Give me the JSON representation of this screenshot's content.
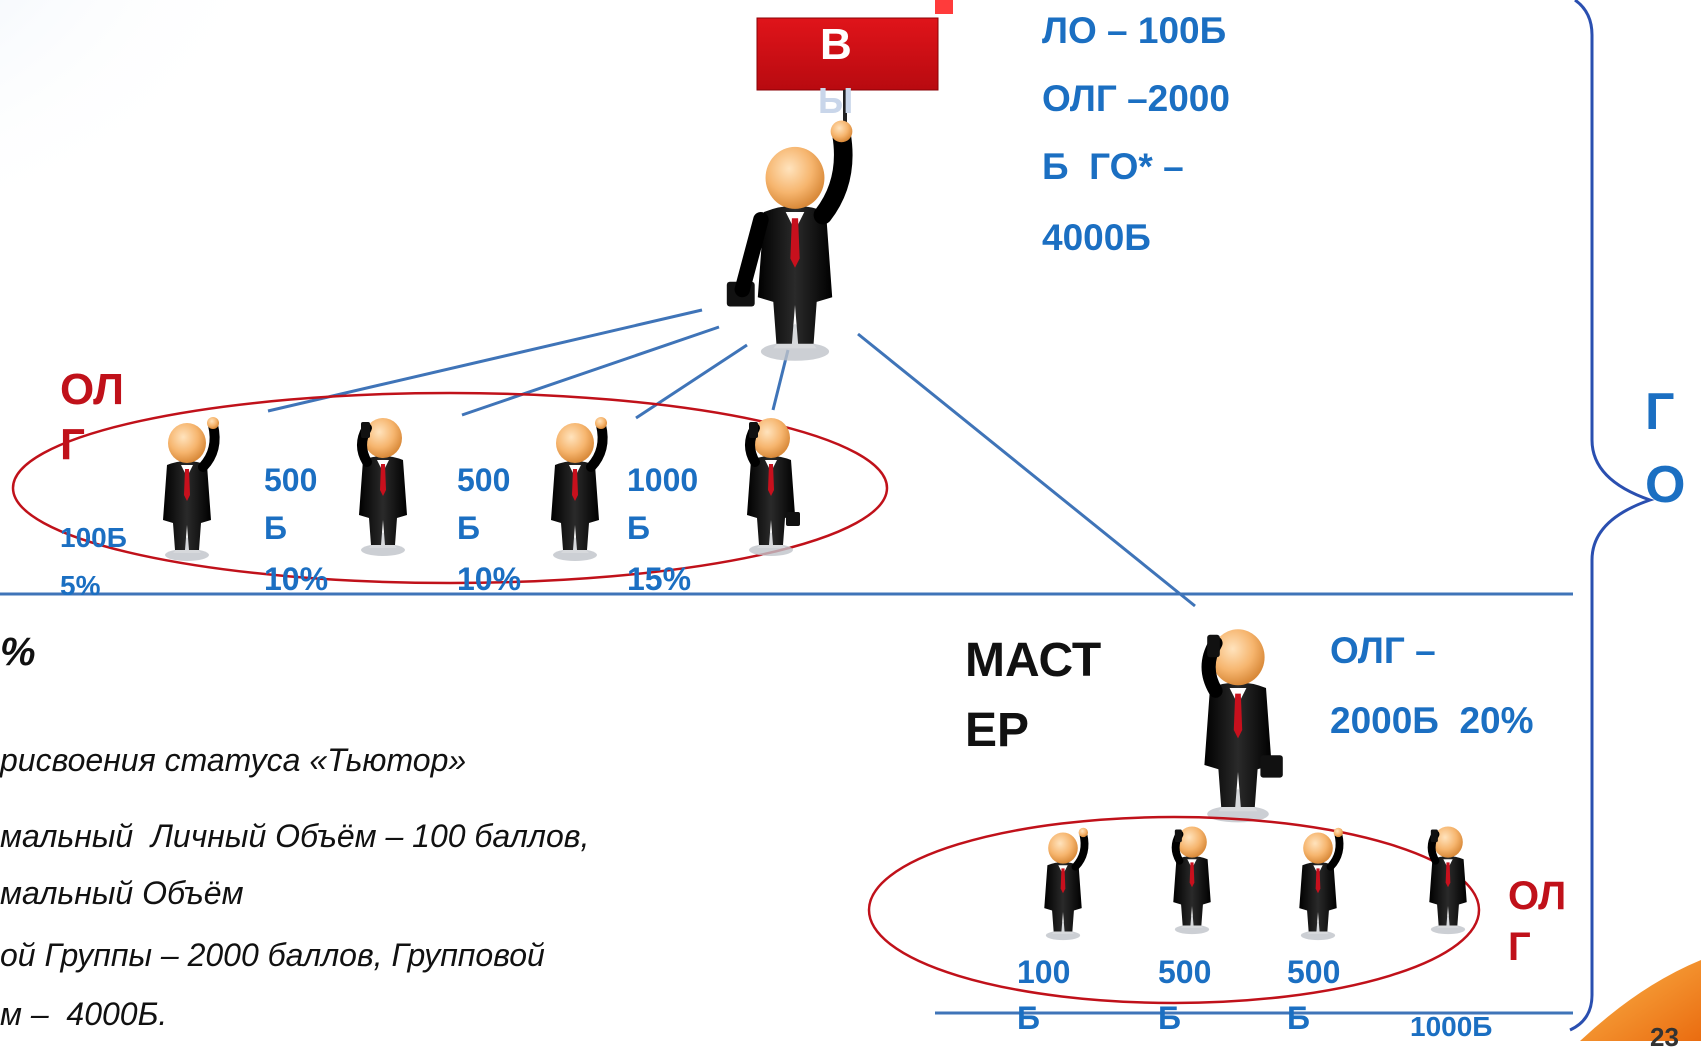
{
  "sign": {
    "label": "В",
    "label_overflow": "Ы"
  },
  "top_person": {
    "line1": "ЛО – 100Б",
    "line2": "ОЛГ –2000",
    "line3": "Б  ГО* –",
    "line4": "4000Б"
  },
  "olg_left": {
    "line1": "ОЛ",
    "line2": "Г"
  },
  "group_left": [
    {
      "points": "100Б",
      "percent": "5%"
    },
    {
      "points_a": "500",
      "points_b": "Б",
      "percent": "10%"
    },
    {
      "points_a": "500",
      "points_b": "Б",
      "percent": "10%"
    },
    {
      "points_a": "1000",
      "points_b": "Б",
      "percent": "15%"
    }
  ],
  "go_brace": {
    "line1": "Г",
    "line2": "О"
  },
  "master": {
    "label_line1": "МАСТ",
    "label_line2": "ЕР",
    "olg_line1": "ОЛГ –",
    "olg_line2": "2000Б  20%"
  },
  "olg_right": {
    "line1": "ОЛ",
    "line2": "Г"
  },
  "group_right": [
    {
      "a": "100",
      "b": "Б"
    },
    {
      "a": "500",
      "b": "Б"
    },
    {
      "a": "500",
      "b": "Б"
    },
    {
      "a": "1000Б"
    }
  ],
  "body_text": {
    "percent": "%",
    "line1": "рисвоения статуса «Тьютор»",
    "line2": "мальный  Личный Объём – 100 баллов,",
    "line3": "мальный Объём",
    "line4": "ой Группы – 2000 баллов, Групповой",
    "line5": "м –  4000Б."
  },
  "page_number": "23",
  "colors": {
    "accent_blue": "#1b6fc2",
    "red": "#c0111a",
    "line_blue": "#3f74b8",
    "orange": "#f08a1c"
  }
}
